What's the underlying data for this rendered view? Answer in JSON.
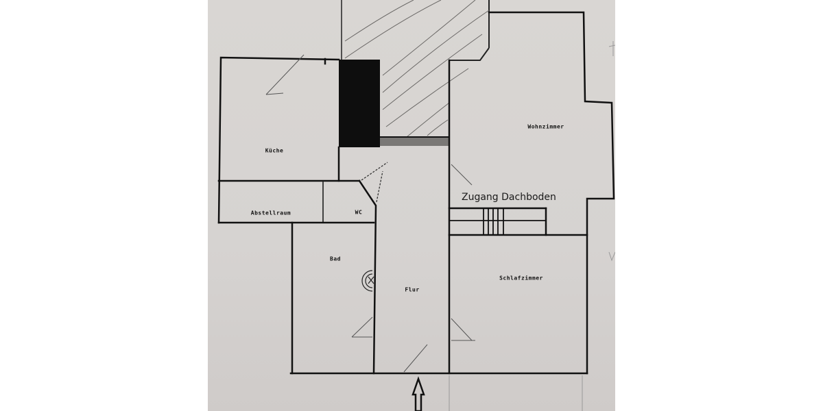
{
  "diagram": {
    "type": "floor-plan",
    "rooms": [
      {
        "id": "kueche",
        "label": "Küche"
      },
      {
        "id": "wohnzimmer",
        "label": "Wohnzimmer"
      },
      {
        "id": "abstellraum",
        "label": "Abstellraum"
      },
      {
        "id": "wc",
        "label": "WC"
      },
      {
        "id": "bad",
        "label": "Bad"
      },
      {
        "id": "flur",
        "label": "Flur"
      },
      {
        "id": "schlafzimmer",
        "label": "Schlafzimmer"
      }
    ],
    "annotations": [
      {
        "id": "zugang",
        "label": "Zugang Dachboden"
      }
    ],
    "features": [
      "hatched-area-top",
      "chimney-black-block",
      "stairs",
      "entrance-arrow"
    ],
    "colors": {
      "paper": "#d7d4d1",
      "ink": "#111111",
      "hatch": "#6a6866"
    }
  }
}
